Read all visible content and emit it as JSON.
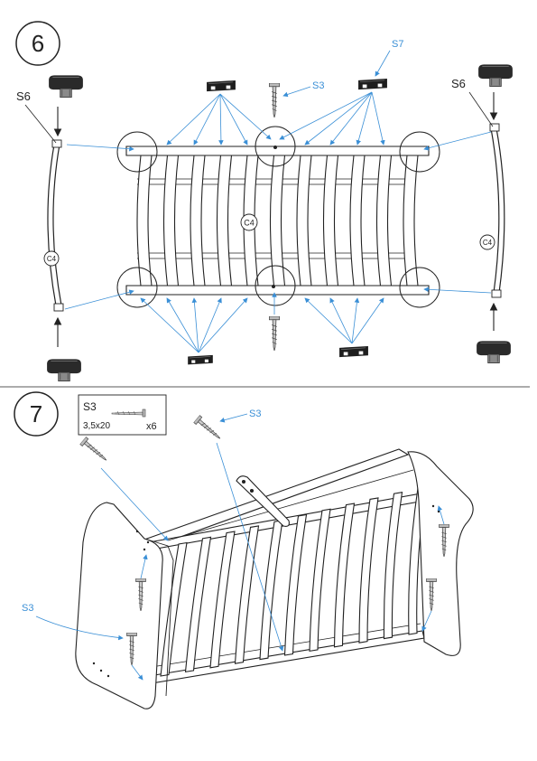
{
  "colors": {
    "ink": "#222222",
    "accent": "#3a8fd6",
    "part_dark": "#1e1e1e",
    "part_gray": "#8c8c8c"
  },
  "step6": {
    "number": "6",
    "label_s6_left": "S6",
    "label_s6_right": "S6",
    "label_s3": "S3",
    "label_s7": "S7",
    "label_c4_left": "C4",
    "label_c4_center": "C4",
    "label_c4_right": "C4",
    "icons": [
      "end-cap-icon",
      "screw-icon",
      "bracket-icon",
      "arrow-down-icon",
      "arrow-up-icon"
    ]
  },
  "step7": {
    "number": "7",
    "label_s3_top": "S3",
    "label_s3_left": "S3",
    "parts_box": {
      "code": "S3",
      "size": "3,5x20",
      "qty": "x6"
    },
    "icons": [
      "screw-icon",
      "side-panel-icon",
      "slat-frame-icon"
    ]
  }
}
